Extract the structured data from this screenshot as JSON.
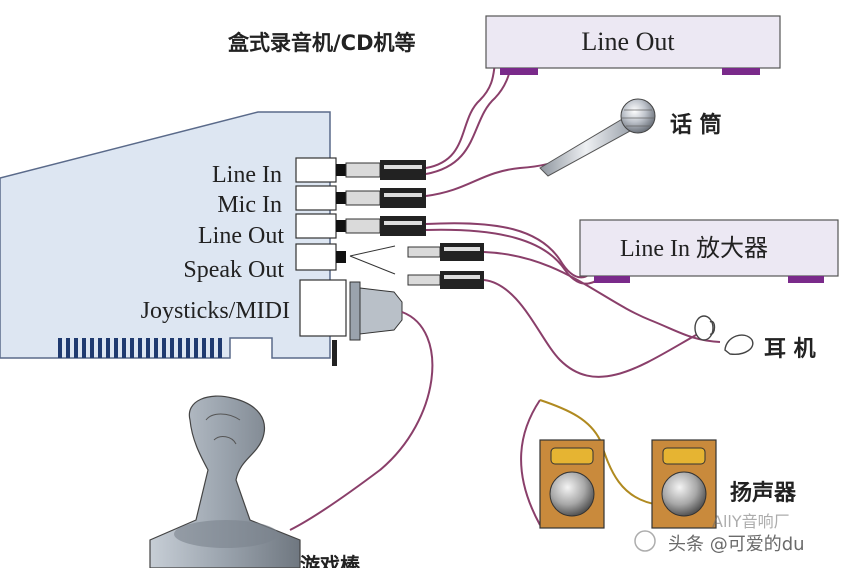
{
  "labels": {
    "cd_player": "盒式录音机/CD机等",
    "line_out_device": "Line Out",
    "microphone": "话 筒",
    "amplifier": "Line In 放大器",
    "headphones": "耳 机",
    "speakers": "扬声器",
    "joystick": "游戏棒"
  },
  "card_ports": {
    "line_in": "Line In",
    "mic_in": "Mic In",
    "line_out": "Line Out",
    "speak_out": "Speak Out",
    "joystick_midi": "Joysticks/MIDI"
  },
  "watermark": {
    "left_partial": "AllY音响厂",
    "credit": "头条 @可爱的du"
  },
  "colors": {
    "device_fill": "#ece8f3",
    "device_stroke": "#555555",
    "device_foot": "#7a2a8a",
    "card_fill": "#dde6f2",
    "card_stroke": "#5a6a8a",
    "cable_wire": "#8a3f6a",
    "speaker_wire": "#b08a20",
    "speaker_body": "#c98a3c",
    "speaker_yellow": "#e6b432",
    "joystick_gray": "#9aa3ad"
  },
  "icons": [
    "microphone-icon",
    "headphones-icon",
    "speaker-icon",
    "joystick-icon",
    "plug-icon"
  ]
}
